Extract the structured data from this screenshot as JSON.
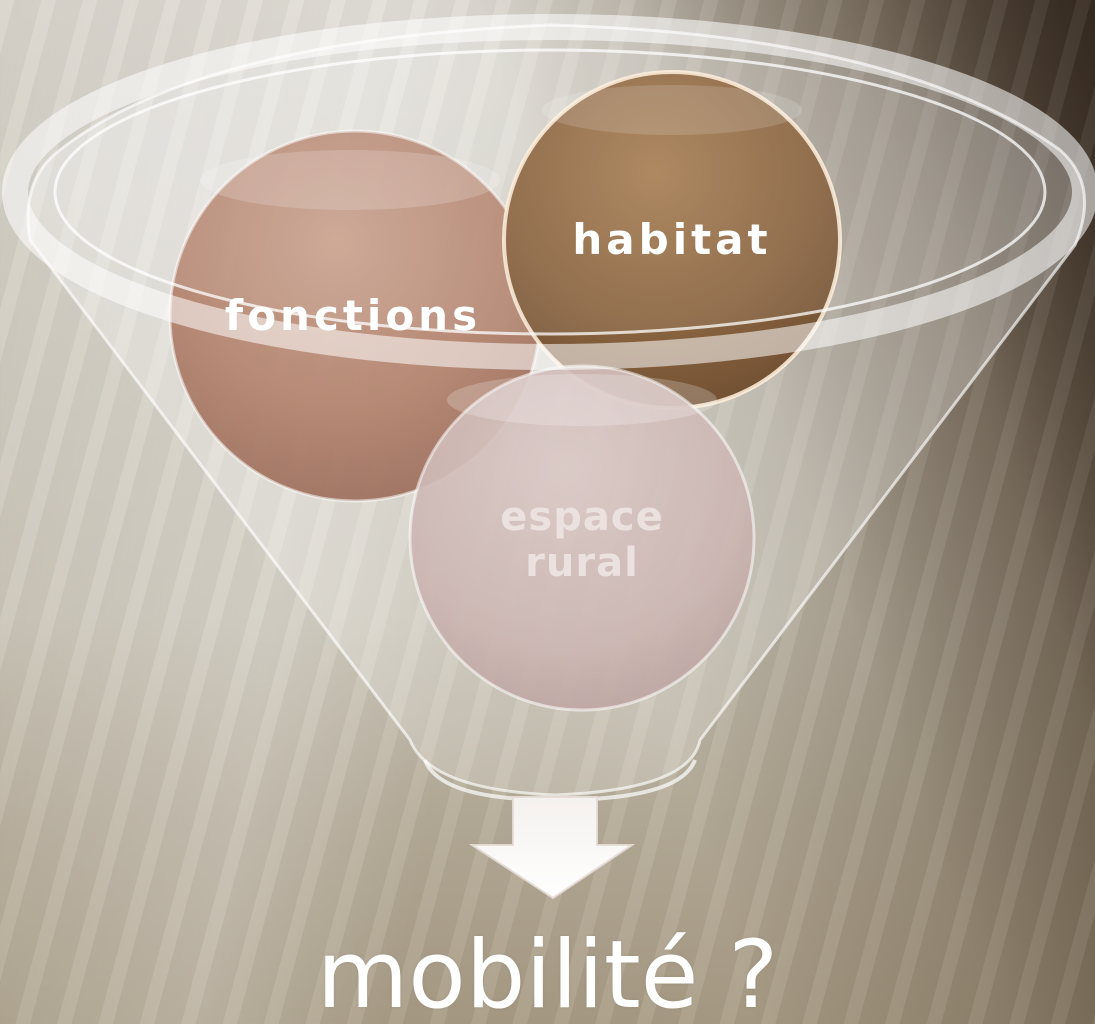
{
  "diagram": {
    "balls": [
      {
        "id": "fonctions",
        "label": "fonctions",
        "color": "#b98a76"
      },
      {
        "id": "habitat",
        "label": "habitat",
        "color": "#8a6440"
      },
      {
        "id": "espace-rural",
        "label_lines": [
          "espace",
          "rural"
        ],
        "color": "#d4bfbd"
      }
    ],
    "caption": "mobilité ?"
  }
}
